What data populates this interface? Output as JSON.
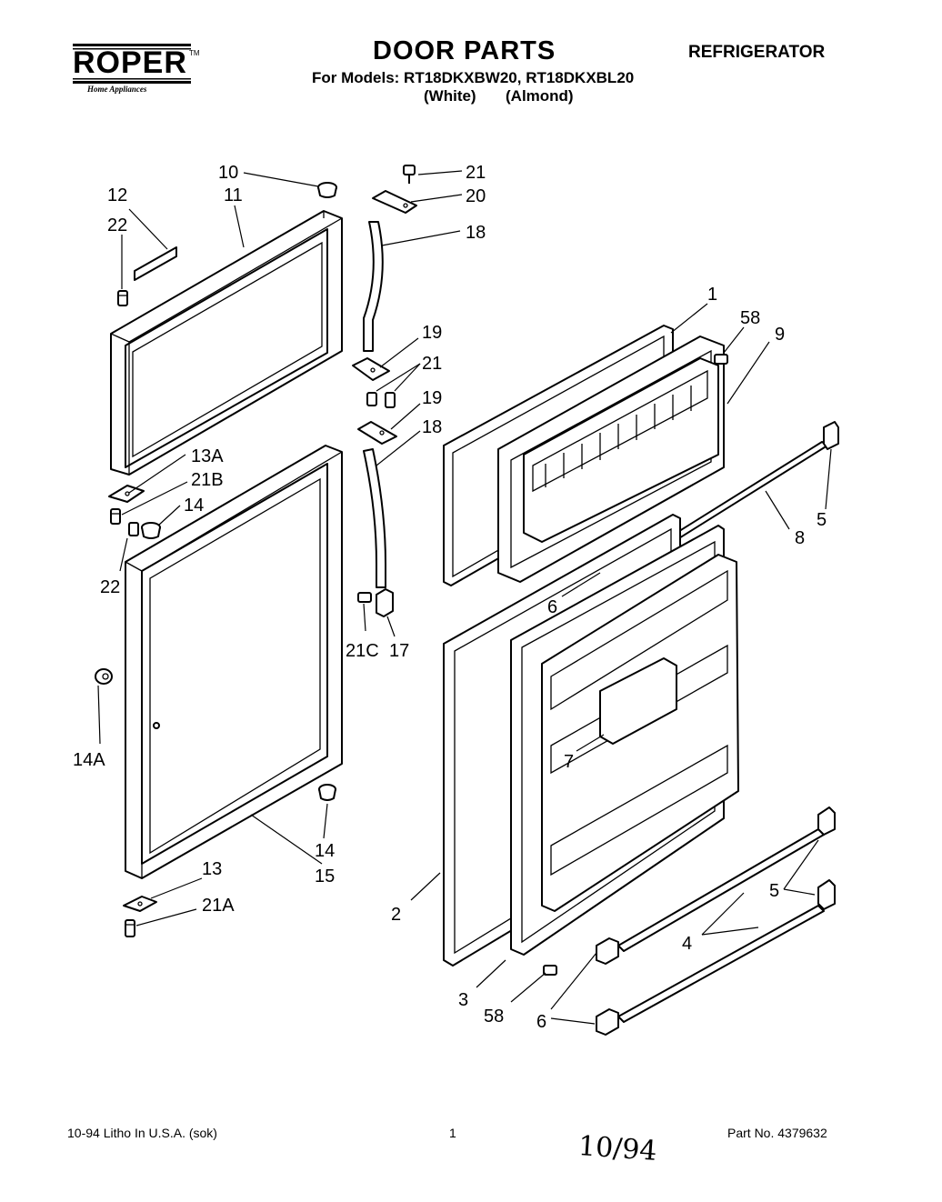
{
  "header": {
    "brand": "ROPER",
    "brand_tm": "TM",
    "brand_sub": "Home Appliances",
    "title": "DOOR PARTS",
    "models_line": "For Models: RT18DKXBW20, RT18DKXBL20",
    "color_white": "(White)",
    "color_almond": "(Almond)",
    "category": "REFRIGERATOR"
  },
  "labels": {
    "l1": "1",
    "l2": "2",
    "l3": "3",
    "l4": "4",
    "l5a": "5",
    "l5b": "5",
    "l6a": "6",
    "l6b": "6",
    "l7": "7",
    "l8": "8",
    "l9": "9",
    "l10": "10",
    "l11": "11",
    "l12": "12",
    "l13": "13",
    "l13a": "13A",
    "l14a": "14",
    "l14b": "14",
    "l14A": "14A",
    "l15": "15",
    "l17": "17",
    "l18a": "18",
    "l18b": "18",
    "l19a": "19",
    "l19b": "19",
    "l20": "20",
    "l21a": "21",
    "l21b": "21",
    "l21A": "21A",
    "l21B": "21B",
    "l21C": "21C",
    "l22a": "22",
    "l22b": "22",
    "l58a": "58",
    "l58b": "58"
  },
  "footer": {
    "litho": "10-94 Litho In U.S.A. (sok)",
    "page": "1",
    "part_no": "Part No. 4379632",
    "handwritten": "10/94"
  }
}
